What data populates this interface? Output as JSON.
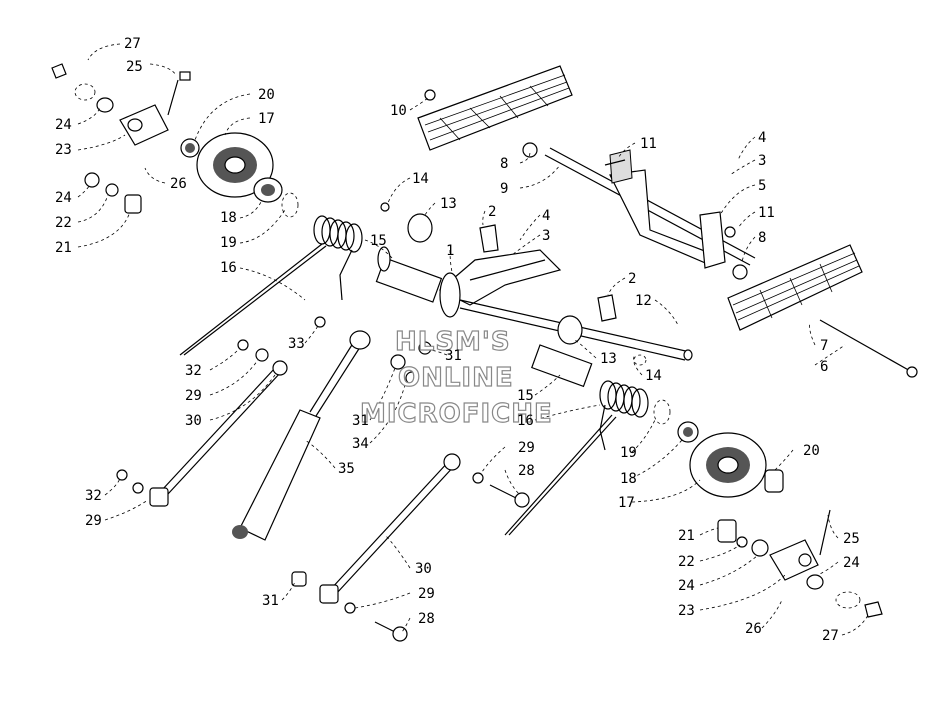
{
  "watermark": {
    "line1": "HLSM'S",
    "line2": "ONLINE",
    "line3": "MICROFICHE"
  },
  "callouts": {
    "c27a": "27",
    "c25a": "25",
    "c20a": "20",
    "c17a": "17",
    "c24a": "24",
    "c23a": "23",
    "c26a": "26",
    "c24b": "24",
    "c22a": "22",
    "c21a": "21",
    "c18a": "18",
    "c19a": "19",
    "c16a": "16",
    "c10": "10",
    "c8a": "8",
    "c9": "9",
    "c11a": "11",
    "c4a": "4",
    "c3a": "3",
    "c5": "5",
    "c11b": "11",
    "c8b": "8",
    "c14a": "14",
    "c13a": "13",
    "c2a": "2",
    "c4b": "4",
    "c3b": "3",
    "c15a": "15",
    "c1": "1",
    "c2b": "2",
    "c12": "12",
    "c7": "7",
    "c6": "6",
    "c33": "33",
    "c31a": "31",
    "c32a": "32",
    "c29a": "29",
    "c30a": "30",
    "c31b": "31",
    "c34": "34",
    "c35": "35",
    "c13b": "13",
    "c14b": "14",
    "c15b": "15",
    "c16b": "16",
    "c19b": "19",
    "c18b": "18",
    "c20b": "20",
    "c17b": "17",
    "c29b": "29",
    "c28a": "28",
    "c32b": "32",
    "c29c": "29",
    "c30b": "30",
    "c31c": "31",
    "c29d": "29",
    "c28b": "28",
    "c21b": "21",
    "c25b": "25",
    "c22b": "22",
    "c24c": "24",
    "c24d": "24",
    "c23b": "23",
    "c26b": "26",
    "c27b": "27"
  }
}
